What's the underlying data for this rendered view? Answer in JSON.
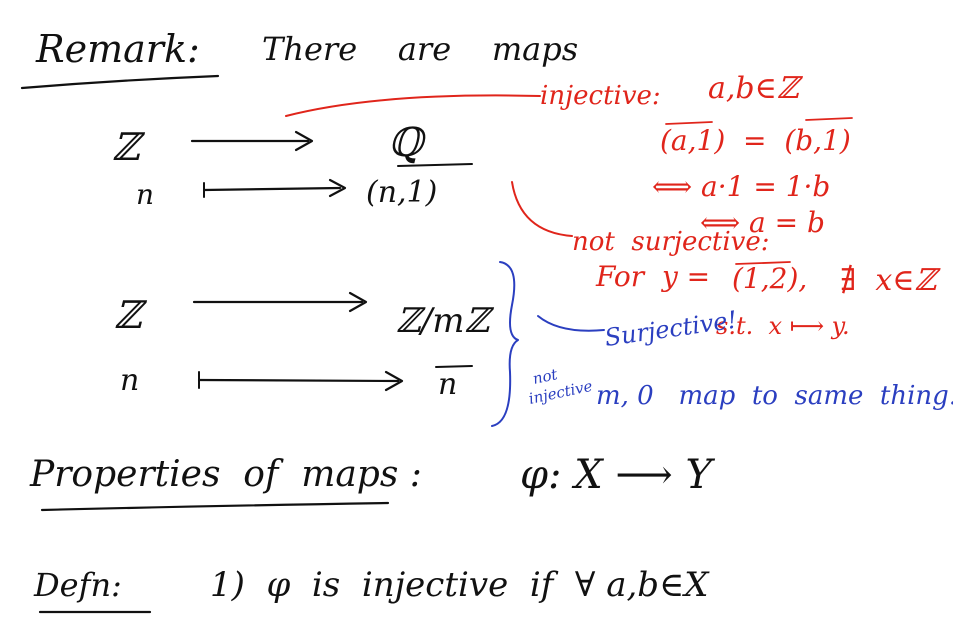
{
  "colors": {
    "ink": "#111111",
    "red": "#e0251b",
    "blue": "#2b3fc0"
  },
  "black": {
    "remark": "Remark:",
    "intro": "There    are    maps",
    "z1": "ℤ",
    "q": "ℚ",
    "n1": "n",
    "pair_n1": "(n,1)",
    "z2": "ℤ",
    "zmz": "ℤ/mℤ",
    "n2": "n",
    "nbar": "n",
    "properties": "Properties  of  maps :",
    "phi_map": "φ: X ⟶ Y",
    "defn": "Defn:",
    "defn_body": "1)  φ  is  injective  if  ∀ a,b∈X"
  },
  "red": {
    "inj_label": "injective:",
    "inj_ab": "a,b∈ℤ",
    "eq_pairs": "(a,1)  =  (b,1)",
    "iff1": "⟺  a·1 = 1·b",
    "iff2": "⟺  a = b",
    "not_surj": "not  surjective:",
    "for_y": "For  y =",
    "pair12": "(1,2),",
    "nexists": "∄  x∈ℤ",
    "st": "s.t.  x ⟼ y."
  },
  "blue": {
    "surjective": "Surjective!",
    "not_inj": "not\ninjective",
    "m0_map": "m, 0   map  to  same  thing."
  }
}
